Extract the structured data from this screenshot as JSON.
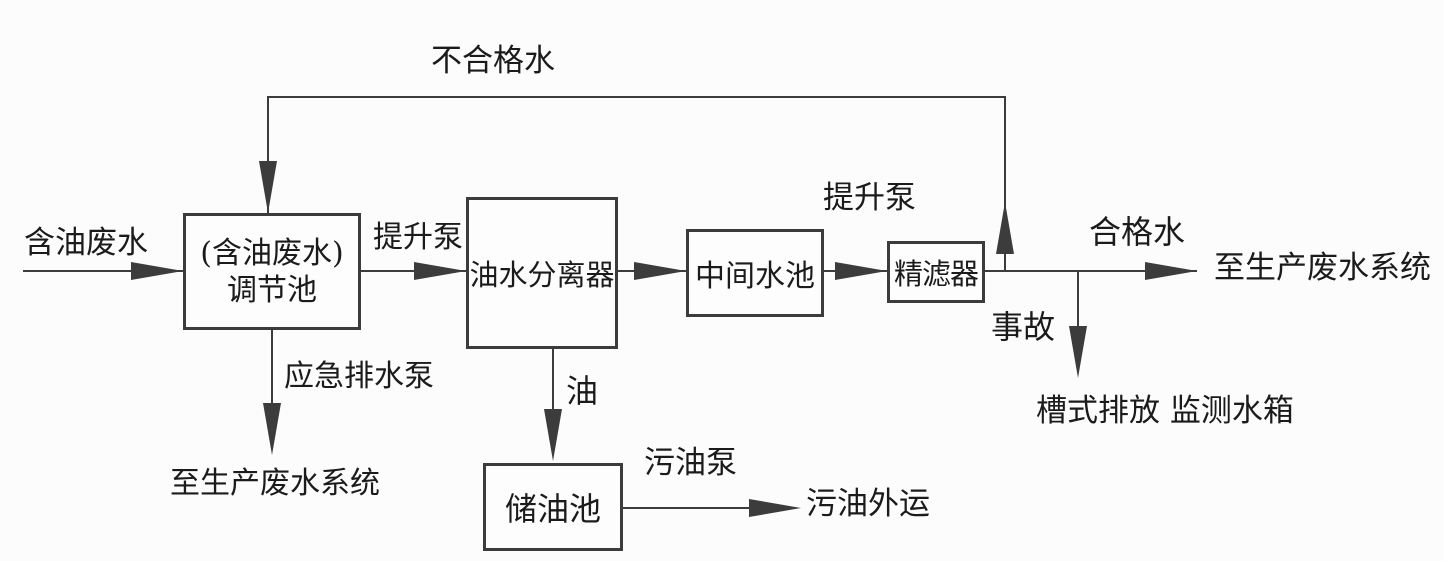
{
  "diagram": {
    "title_semantic": "oily-wastewater-treatment-process-flow",
    "nodes": {
      "regulating_tank": {
        "line1": "(含油废水)",
        "line2": "调节池"
      },
      "oil_water_separator": {
        "label": "油水分离器"
      },
      "intermediate_tank": {
        "label": "中间水池"
      },
      "fine_filter": {
        "label": "精滤器"
      },
      "oil_storage_tank": {
        "label": "储油池"
      }
    },
    "labels": {
      "inflow": "含油废水",
      "lift_pump_1": "提升泵",
      "unqualified_water": "不合格水",
      "lift_pump_2": "提升泵",
      "qualified_water": "合格水",
      "to_production_wastewater_right": "至生产废水系统",
      "accident": "事故",
      "monitoring_tank": "槽式排放 监测水箱",
      "emergency_drain_pump": "应急排水泵",
      "to_production_wastewater_left": "至生产废水系统",
      "oil": "油",
      "waste_oil_pump": "污油泵",
      "waste_oil_transport": "污油外运"
    },
    "colors": {
      "line": "#3c3c3c",
      "text": "#1b1b1b",
      "background": "#fcfcfc",
      "box_background": "#fdfdfd"
    }
  }
}
